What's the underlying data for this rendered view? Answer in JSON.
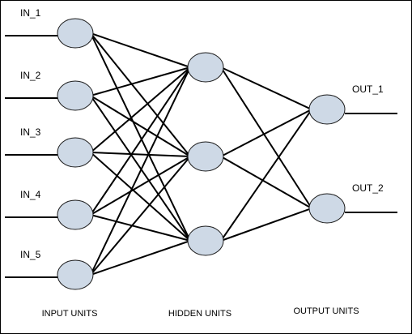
{
  "input_labels": [
    "IN_1",
    "IN_2",
    "IN_3",
    "IN_4",
    "IN_5"
  ],
  "output_labels": [
    "OUT_1",
    "OUT_2"
  ],
  "column_labels": {
    "input": "INPUT UNITS",
    "hidden": "HIDDEN UNITS",
    "output": "OUTPUT UNITS"
  },
  "layers": {
    "input": 5,
    "hidden": 3,
    "output": 2
  },
  "colors": {
    "node_fill": "#ced9e6",
    "line": "#000000"
  }
}
